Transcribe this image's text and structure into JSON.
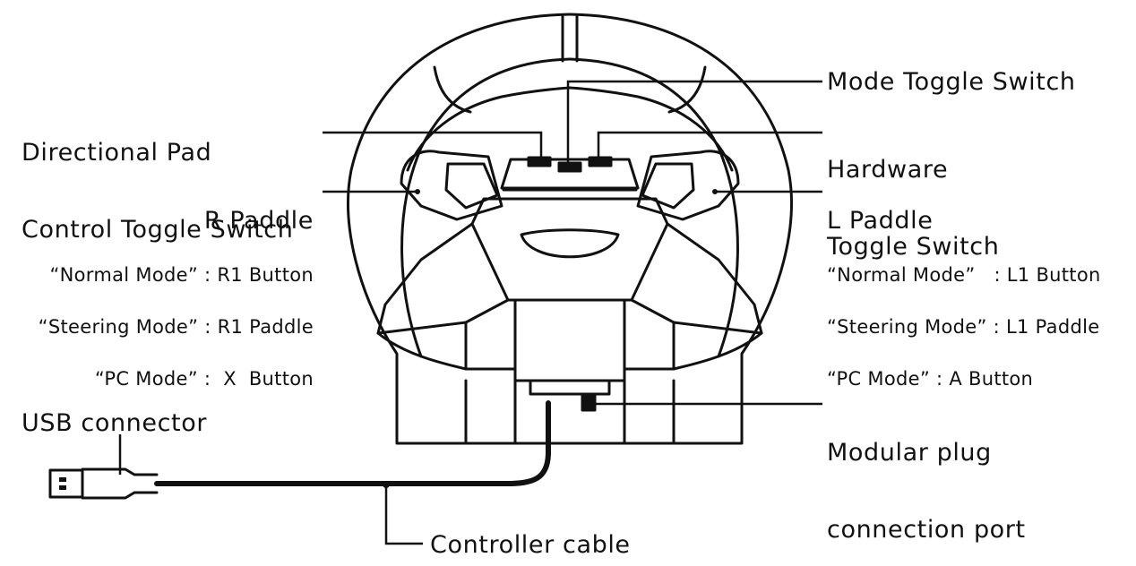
{
  "labels": {
    "directional_pad": [
      "Directional Pad",
      "Control Toggle Switch"
    ],
    "r_paddle": {
      "title": "R Paddle",
      "lines": [
        "“Normal Mode” : R1 Button",
        "“Steering Mode” : R1 Paddle",
        "“PC Mode” :  X  Button"
      ]
    },
    "mode_toggle": "Mode Toggle Switch",
    "hardware_toggle": [
      "Hardware",
      "Toggle Switch"
    ],
    "l_paddle": {
      "title": "L Paddle",
      "lines": [
        "“Normal Mode”   : L1 Button",
        "“Steering Mode” : L1 Paddle",
        "“PC Mode” : A Button"
      ]
    },
    "usb_connector": "USB connector",
    "modular_plug": [
      "Modular plug",
      "connection port"
    ],
    "controller_cable": "Controller cable"
  },
  "colors": {
    "line": "#111111",
    "background": "#ffffff"
  }
}
